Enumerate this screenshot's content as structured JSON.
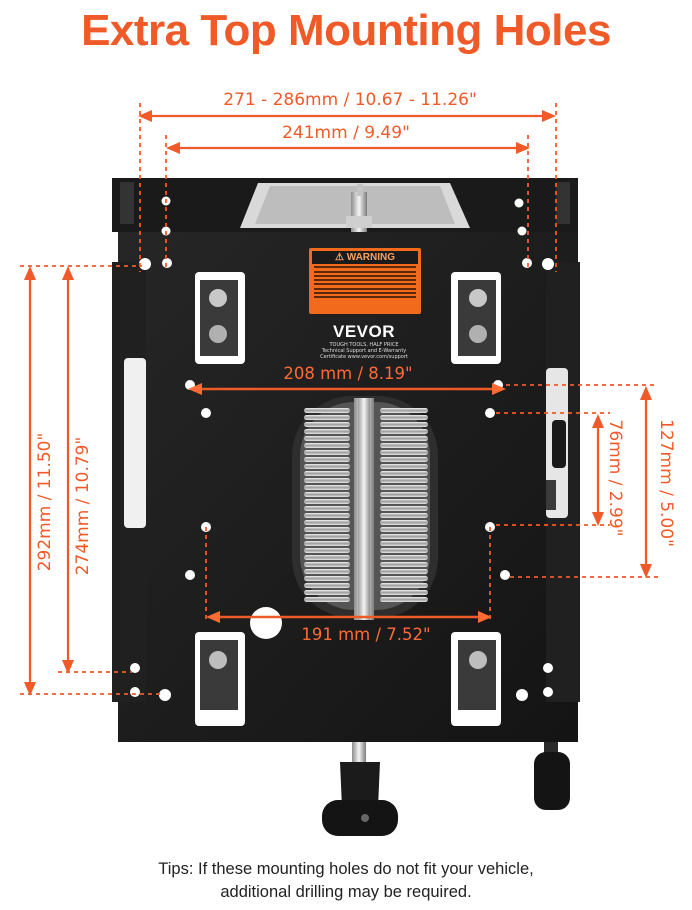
{
  "title": "Extra Top Mounting Holes",
  "dimensions": {
    "top_outer": "271 - 286mm / 10.67 - 11.26\"",
    "top_inner": "241mm / 9.49\"",
    "middle_horizontal": "208 mm / 8.19\"",
    "bottom_horizontal": "191 mm / 7.52\"",
    "left_outer": "292mm / 11.50\"",
    "left_inner": "274mm / 10.79\"",
    "right_inner": "76mm / 2.99\"",
    "right_outer": "127mm / 5.00\""
  },
  "label": {
    "warning_title": "WARNING",
    "brand": "VEVOR",
    "brand_tagline": "TOUGH TOOLS, HALF PRICE",
    "brand_support": "Technical Support and E-Warranty",
    "brand_url": "Certificate www.vevor.com/support"
  },
  "tips": {
    "line1": "Tips: If these mounting holes do not fit your vehicle,",
    "line2": "additional drilling may be required."
  },
  "colors": {
    "accent": "#f05a28",
    "plate": "#1c1c1c",
    "warning_label": "#f26a1b"
  },
  "icons": [
    "warning-triangle-icon"
  ]
}
